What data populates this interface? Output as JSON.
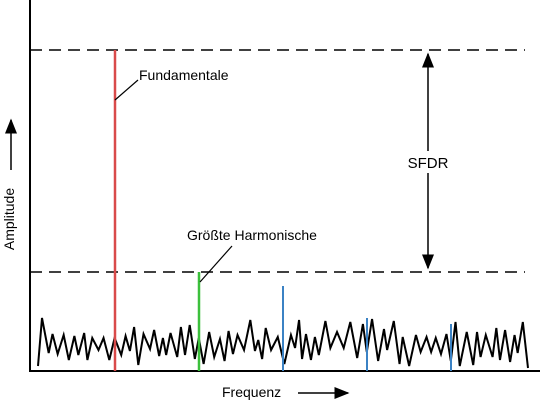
{
  "labels": {
    "fundamental": "Fundamentale",
    "largest_harmonic": "Größte Harmonische",
    "sfdr": "SFDR",
    "x_axis": "Frequenz",
    "y_axis": "Amplitude"
  },
  "colors": {
    "fundamental_line": "#d94a4a",
    "harmonic_line": "#3cc03c",
    "other_spurs": "#3b82c4",
    "noise": "#000000",
    "dashed_lines": "#000000",
    "axes": "#000000"
  }
}
